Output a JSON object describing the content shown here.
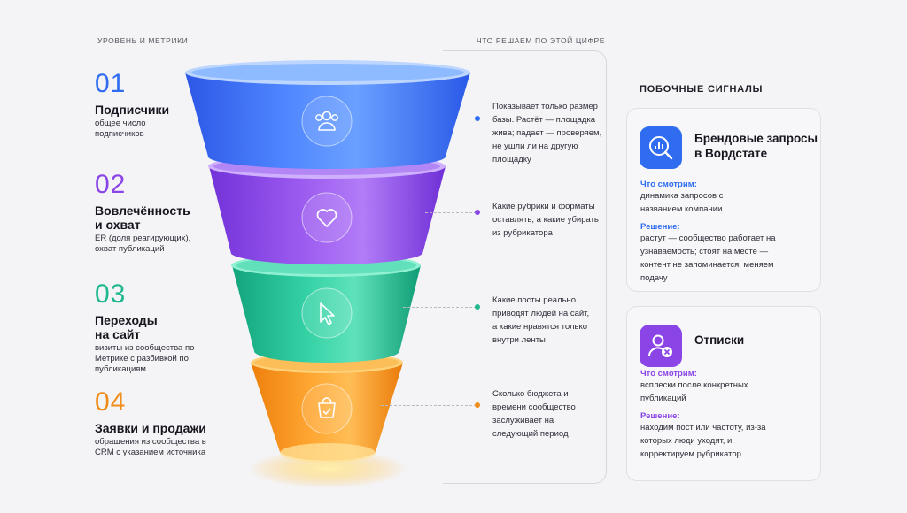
{
  "headers": {
    "left": "УРОВЕНЬ И МЕТРИКИ",
    "right": "ЧТО РЕШАЕМ ПО ЭТОЙ ЦИФРЕ"
  },
  "levels": [
    {
      "num": "01",
      "title": "Подписчики",
      "desc": "общее число подписчиков",
      "color": "#2f6cf0",
      "icon": "users-icon",
      "note": "Показывает только размер базы. Растёт — площадка жива; падает — проверяем, не ушли ли на другую площадку"
    },
    {
      "num": "02",
      "title": "Вовлечённость и охват",
      "desc": "ER (доля реагирующих), охват публикаций",
      "color": "#8b45e6",
      "icon": "heart-icon",
      "note": "Какие рубрики и форматы оставлять, а какие убирать из рубрикатора"
    },
    {
      "num": "03",
      "title": "Переходы на сайт",
      "desc": "визиты из сообщества по Метрике с разбивкой по публикациям",
      "color": "#1fb88f",
      "icon": "cursor-icon",
      "note": "Какие посты реально приводят людей на сайт, а какие нравятся только внутри ленты"
    },
    {
      "num": "04",
      "title": "Заявки и продажи",
      "desc": "обращения из сообщества в CRM с указанием источника",
      "color": "#f08c1a",
      "icon": "shopping-bag-icon",
      "note": "Сколько бюджета и времени сообщество заслуживает на следующий период"
    }
  ],
  "side": {
    "title": "ПОБОЧНЫЕ СИГНАЛЫ",
    "cards": [
      {
        "title": "Брендовые запросы в Вордстате",
        "icon": "search-chart-icon",
        "color": "#2f6cf0",
        "what_label": "Что смотрим:",
        "what": "динамика запросов с названием компании",
        "sol_label": "Решение:",
        "sol": "растут — сообщество работает на узнаваемость; стоят на месте — контент не запоминается, меняем подачу"
      },
      {
        "title": "Отписки",
        "icon": "user-remove-icon",
        "color": "#8b45e6",
        "what_label": "Что смотрим:",
        "what": "всплески после конкретных публикаций",
        "sol_label": "Решение:",
        "sol": "находим пост или частоту, из-за которых люди уходят, и корректируем рубрикатор"
      }
    ]
  }
}
